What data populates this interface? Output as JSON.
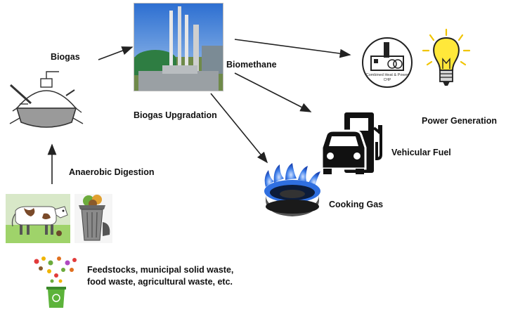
{
  "labels": {
    "biogas": "Biogas",
    "biomethane": "Biomethane",
    "biogas_upgradation": "Biogas Upgradation",
    "power_generation": "Power Generation",
    "vehicular_fuel": "Vehicular Fuel",
    "cooking_gas": "Cooking Gas",
    "anaerobic_digestion": "Anaerobic Digestion",
    "feedstocks": "Feedstocks, municipal solid waste, food waste, agricultural waste, etc."
  },
  "chp_logo_text": [
    "Combined Heat & Power",
    "CHP"
  ],
  "colors": {
    "text": "#111111",
    "arrow": "#222222",
    "flame": "#2f6fe0",
    "bulb": "#ffe83a",
    "sky": "#2d6fd1",
    "grass": "#9fd36a"
  },
  "icons": [
    "digester-icon",
    "biogas-plant-image",
    "chp-plant-icon",
    "light-bulb-icon",
    "fuel-pump-car-icon",
    "gas-burner-icon",
    "cow-icon",
    "trash-bin-icon",
    "food-waste-icon"
  ]
}
